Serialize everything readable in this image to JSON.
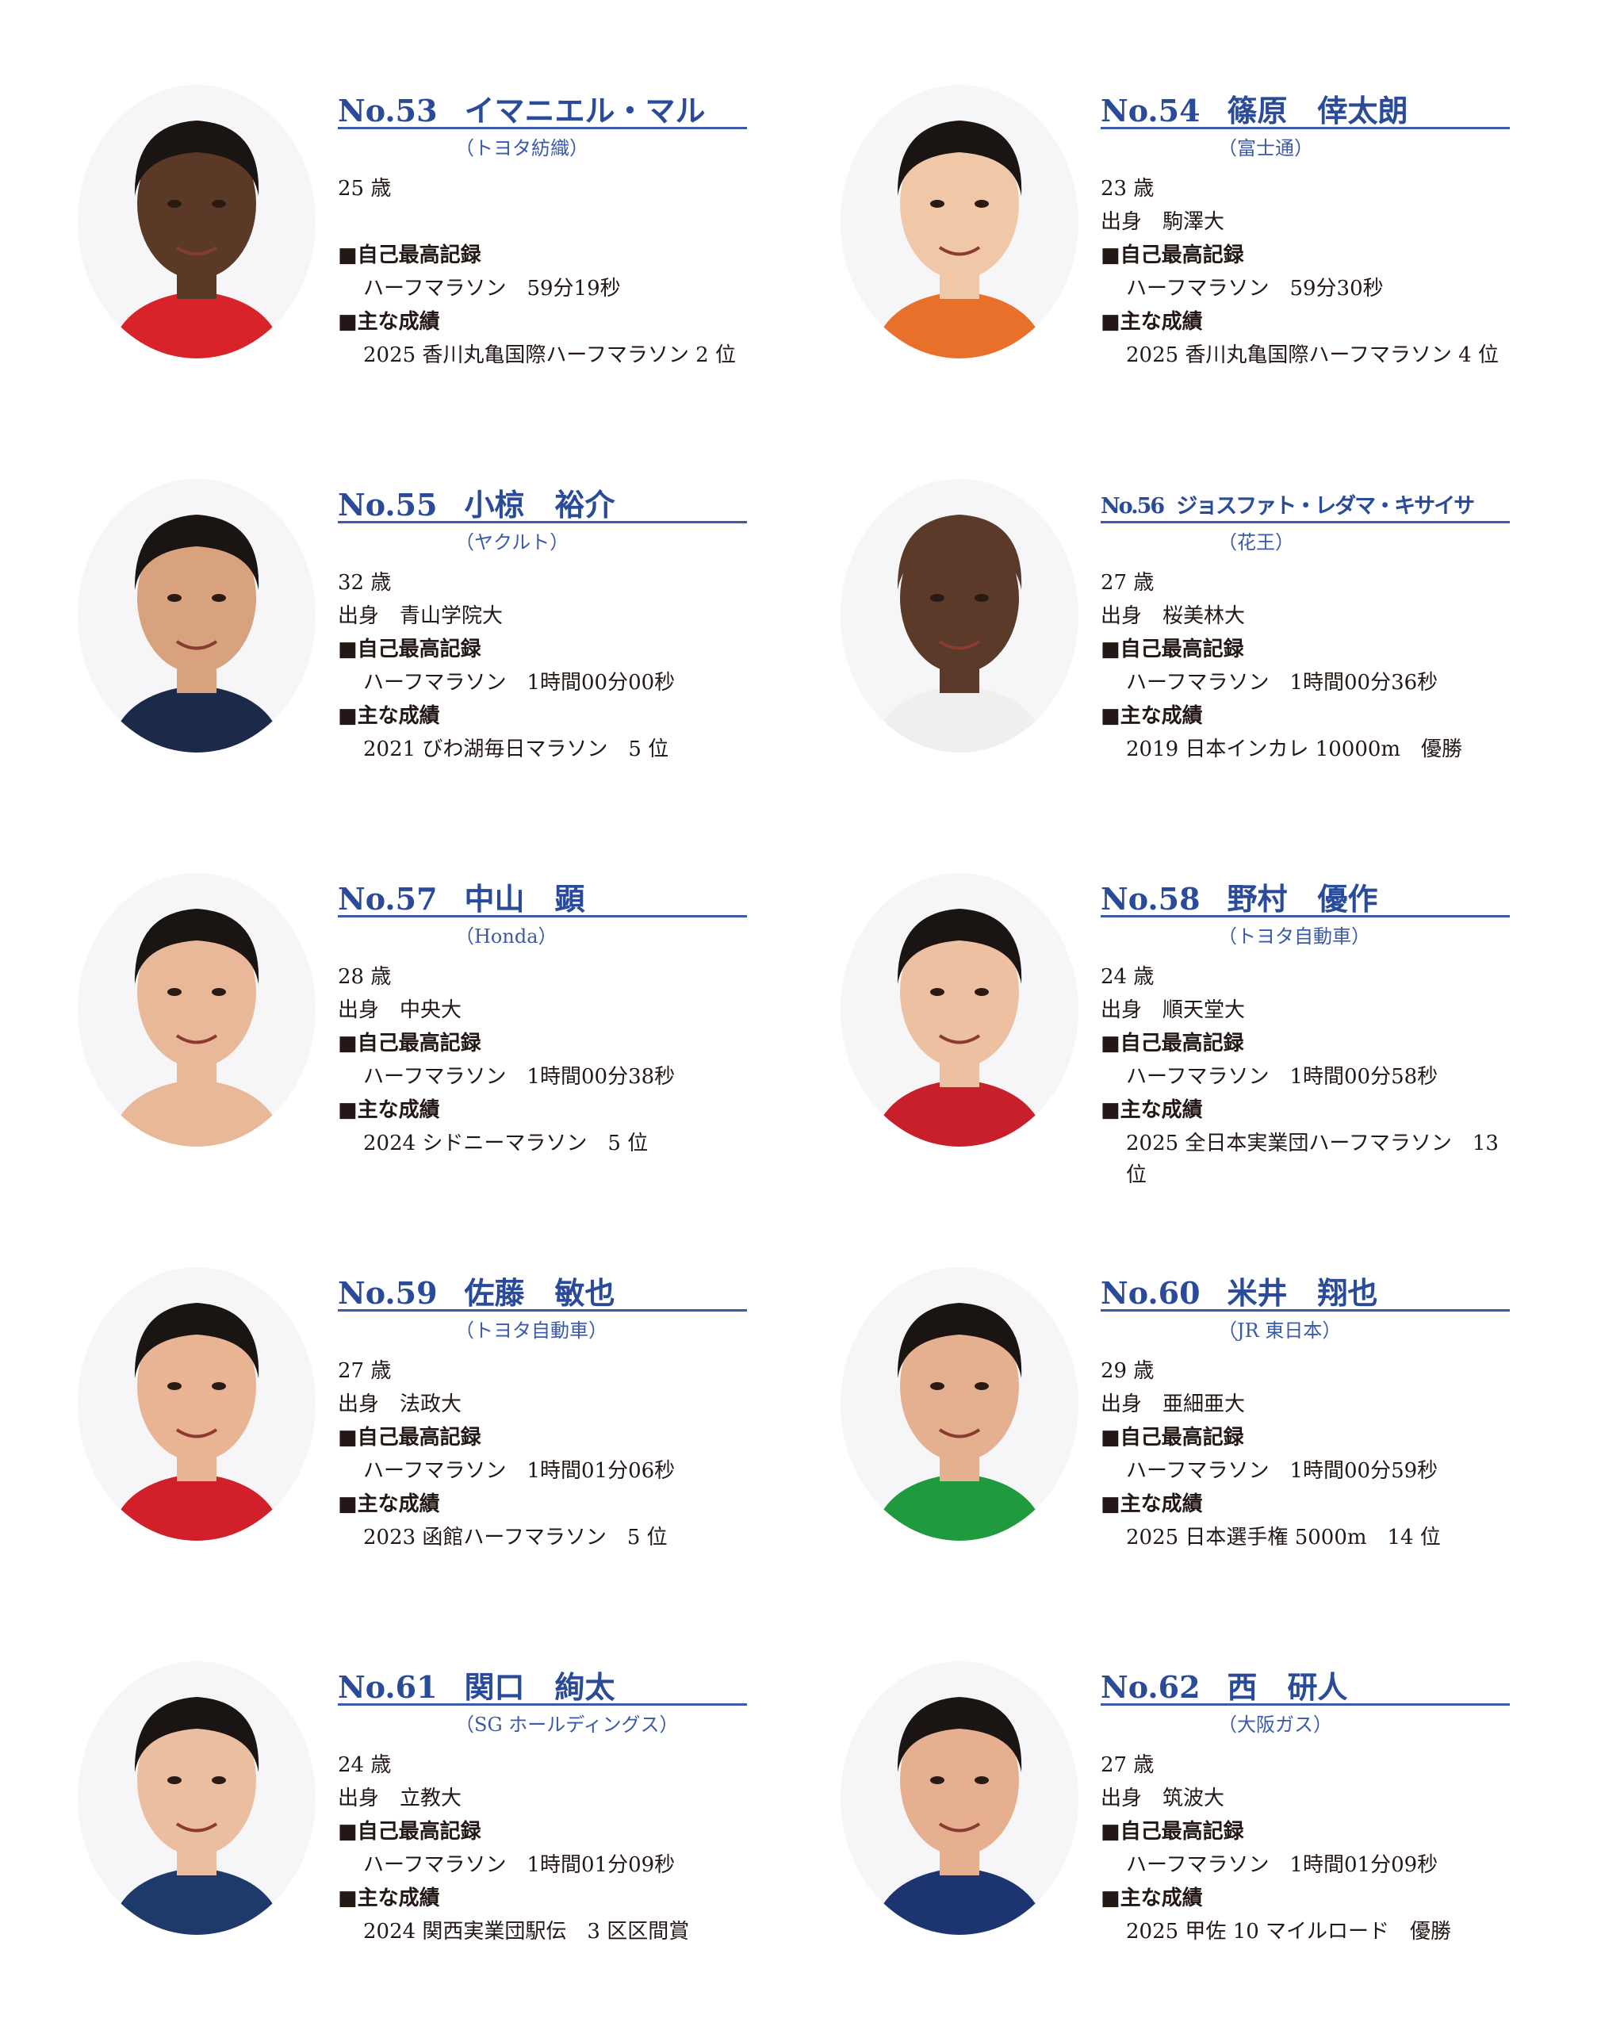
{
  "labels": {
    "record_heading": "■自己最高記録",
    "results_heading": "■主な成績"
  },
  "athletes": [
    {
      "no": "No.53",
      "name": "イマニエル・マル",
      "team": "（トヨタ紡織）",
      "age": "25 歳",
      "origin": "",
      "record": "ハーフマラソン　59分19秒",
      "result": "2025 香川丸亀国際ハーフマラソン 2 位",
      "skin": "#5a3a26",
      "jersey": "#d8232a"
    },
    {
      "no": "No.54",
      "name": "篠原　倖太朗",
      "team": "（富士通）",
      "age": "23 歳",
      "origin": "出身　駒澤大",
      "record": "ハーフマラソン　59分30秒",
      "result": "2025 香川丸亀国際ハーフマラソン 4 位",
      "skin": "#f0c8a8",
      "jersey": "#e8702a"
    },
    {
      "no": "No.55",
      "name": "小椋　裕介",
      "team": "（ヤクルト）",
      "age": "32 歳",
      "origin": "出身　青山学院大",
      "record": "ハーフマラソン　1時間00分00秒",
      "result": "2021 びわ湖毎日マラソン　5 位",
      "skin": "#d9a27e",
      "jersey": "#1c2a4a"
    },
    {
      "no": "No.56",
      "name": "ジョスファト・レダマ・キサイサ",
      "team": "（花王）",
      "age": "27 歳",
      "origin": "出身　桜美林大",
      "record": "ハーフマラソン　1時間00分36秒",
      "result": "2019 日本インカレ 10000m　優勝",
      "skin": "#5b3a2a",
      "jersey": "#f0eeee"
    },
    {
      "no": "No.57",
      "name": "中山　顕",
      "team": "（Honda）",
      "age": "28 歳",
      "origin": "出身　中央大",
      "record": "ハーフマラソン　1時間00分38秒",
      "result": "2024 シドニーマラソン　5 位",
      "skin": "#e8b898",
      "jersey": "#e8b898"
    },
    {
      "no": "No.58",
      "name": "野村　優作",
      "team": "（トヨタ自動車）",
      "age": "24 歳",
      "origin": "出身　順天堂大",
      "record": "ハーフマラソン　1時間00分58秒",
      "result": "2025 全日本実業団ハーフマラソン　13 位",
      "skin": "#ecc0a0",
      "jersey": "#c8202a"
    },
    {
      "no": "No.59",
      "name": "佐藤　敏也",
      "team": "（トヨタ自動車）",
      "age": "27 歳",
      "origin": "出身　法政大",
      "record": "ハーフマラソン　1時間01分06秒",
      "result": "2023 函館ハーフマラソン　5 位",
      "skin": "#e8b494",
      "jersey": "#d2202a"
    },
    {
      "no": "No.60",
      "name": "米井　翔也",
      "team": "（JR 東日本）",
      "age": "29 歳",
      "origin": "出身　亜細亜大",
      "record": "ハーフマラソン　1時間00分59秒",
      "result": "2025 日本選手権 5000m　14 位",
      "skin": "#e4b090",
      "jersey": "#1f9a3e"
    },
    {
      "no": "No.61",
      "name": "関口　絢太",
      "team": "（SG ホールディングス）",
      "age": "24 歳",
      "origin": "出身　立教大",
      "record": "ハーフマラソン　1時間01分09秒",
      "result": "2024 関西実業団駅伝　3 区区間賞",
      "skin": "#ecbea0",
      "jersey": "#1e3a6a"
    },
    {
      "no": "No.62",
      "name": "西　研人",
      "team": "（大阪ガス）",
      "age": "27 歳",
      "origin": "出身　筑波大",
      "record": "ハーフマラソン　1時間01分09秒",
      "result": "2025 甲佐 10 マイルロード　優勝",
      "skin": "#e6b090",
      "jersey": "#1c3470"
    }
  ]
}
